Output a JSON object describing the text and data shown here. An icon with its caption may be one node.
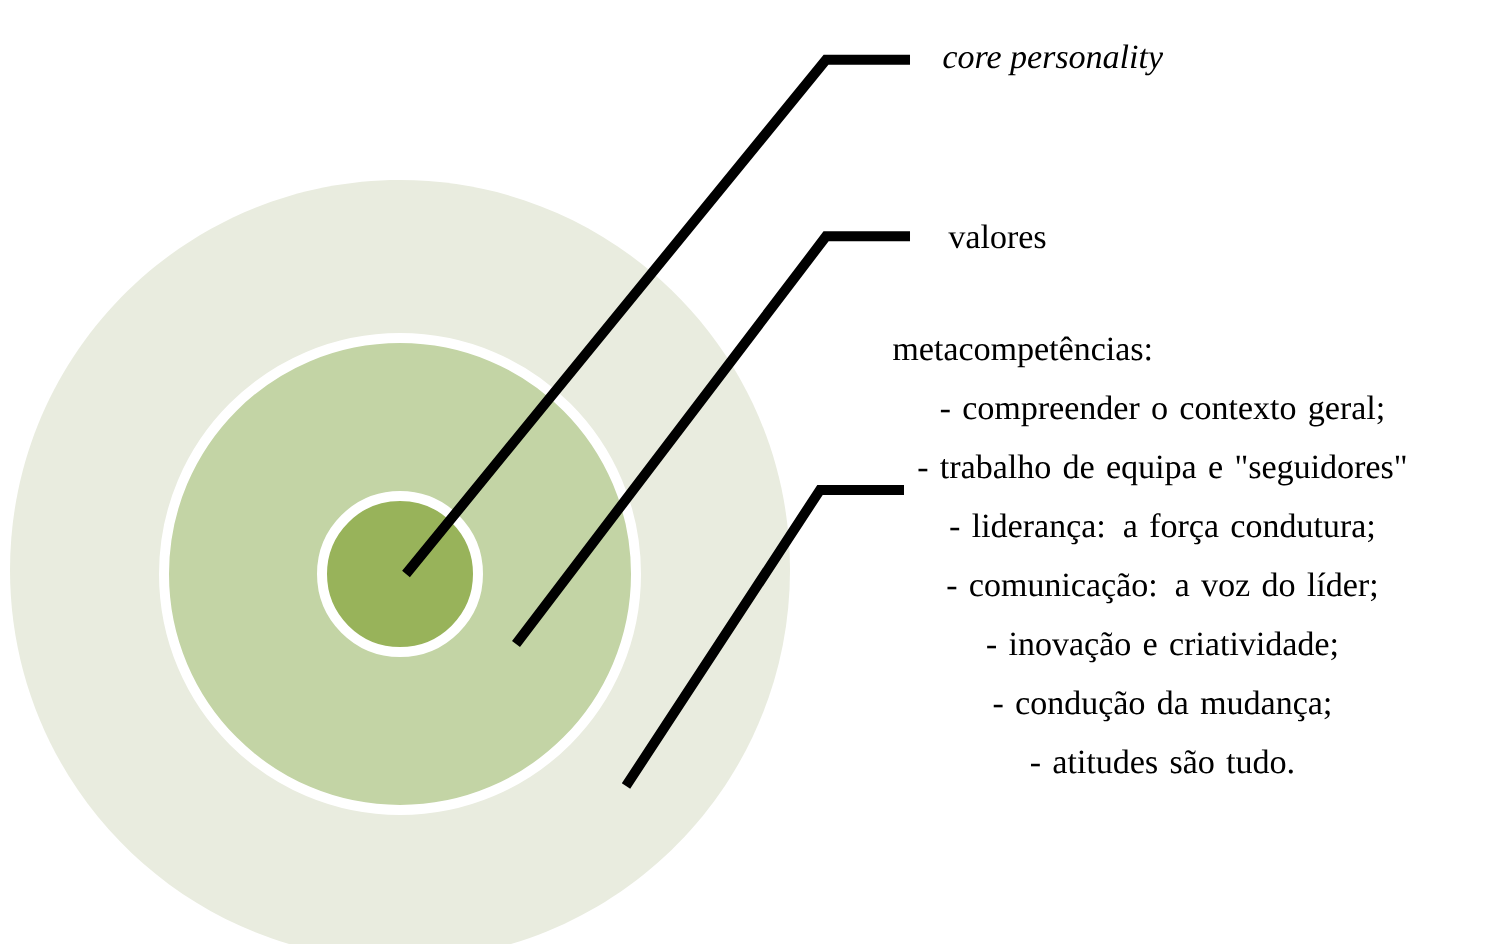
{
  "diagram": {
    "nodes": [
      {
        "text": [],
        "shape": "circle"
      },
      {
        "text": [],
        "shape": "circle",
        "in": 0
      },
      {
        "text": [],
        "shape": "circle",
        "in": 1
      },
      {
        "text": [
          "core personality"
        ]
      },
      {
        "text": [
          "valores"
        ]
      },
      {
        "text": [
          "metacompetências:",
          "- compreender o contexto geral;",
          "- trabalho de equipa e \"seguidores\"",
          "-  liderança: a força condutura;",
          "-  comunicação: a voz do líder;",
          "- inovação e criatividade;",
          "-  condução da mudança;",
          "- atitudes são tudo."
        ]
      }
    ],
    "edges": [
      {
        "from": 3,
        "to": 2,
        "arrow": "none"
      },
      {
        "from": 4,
        "to": 1,
        "arrow": "none"
      },
      {
        "from": 5,
        "to": 0,
        "arrow": "none"
      }
    ]
  }
}
